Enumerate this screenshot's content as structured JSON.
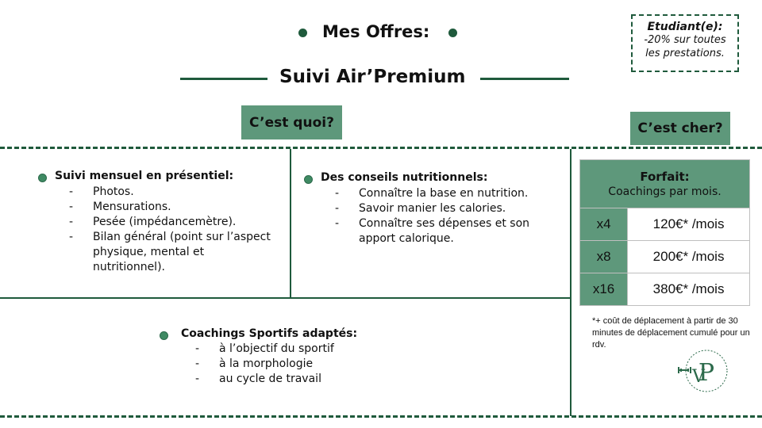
{
  "header": {
    "title": "Mes Offres:",
    "subtitle": "Suivi Air’Premium"
  },
  "student_box": {
    "heading": "Etudiant(e):",
    "line1": "-20% sur toutes",
    "line2": "les prestations."
  },
  "badges": {
    "what": "C’est quoi?",
    "price": "C’est cher?"
  },
  "sections": {
    "suivi": {
      "heading": "Suivi mensuel en présentiel:",
      "items": [
        "Photos.",
        "Mensurations.",
        "Pesée (impédancemètre).",
        "Bilan général (point sur l’aspect physique, mental et nutritionnel)."
      ]
    },
    "conseils": {
      "heading": "Des conseils nutritionnels:",
      "items": [
        "Connaître la base en nutrition.",
        "Savoir manier les calories.",
        "Connaître ses dépenses et son apport calorique."
      ]
    },
    "coachings": {
      "heading": "Coachings Sportifs adaptés:",
      "items": [
        "à l’objectif du sportif",
        "à la morphologie",
        "au cycle de travail"
      ]
    }
  },
  "pricing": {
    "title": "Forfait:",
    "subtitle": "Coachings par mois.",
    "rows": [
      {
        "qty": "x4",
        "price": "120€* /mois"
      },
      {
        "qty": "x8",
        "price": "200€* /mois"
      },
      {
        "qty": "x16",
        "price": "380€* /mois"
      }
    ],
    "note": "*+ coût de déplacement à partir de 30 minutes de déplacement cumulé pour un rdv."
  },
  "colors": {
    "primary_green": "#1f5a3c",
    "accent_green": "#5e987b"
  }
}
